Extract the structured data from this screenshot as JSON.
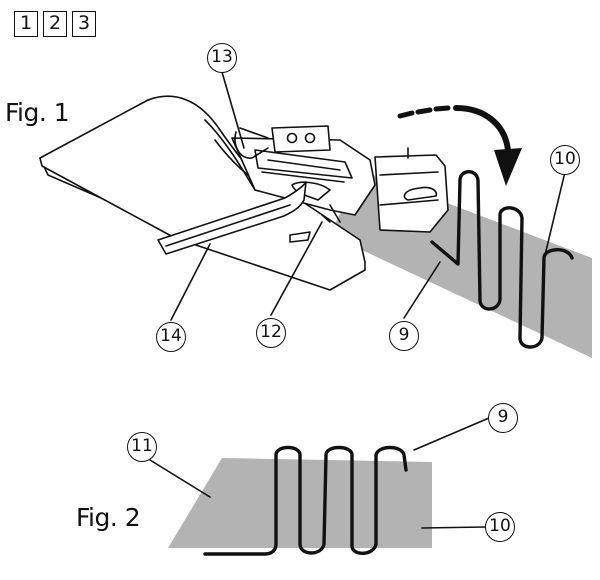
{
  "boxes": [
    "1",
    "2",
    "3"
  ],
  "fig1": {
    "label": "Fig. 1",
    "callouts": {
      "c13": "13",
      "c10": "10",
      "c14": "14",
      "c12": "12",
      "c9": "9"
    }
  },
  "fig2": {
    "label": "Fig. 2",
    "callouts": {
      "c11": "11",
      "c9": "9",
      "c10": "10"
    }
  },
  "colors": {
    "ink": "#111111",
    "fabric": "#b3b3b3",
    "fabric_dark": "#9a9a9a"
  }
}
